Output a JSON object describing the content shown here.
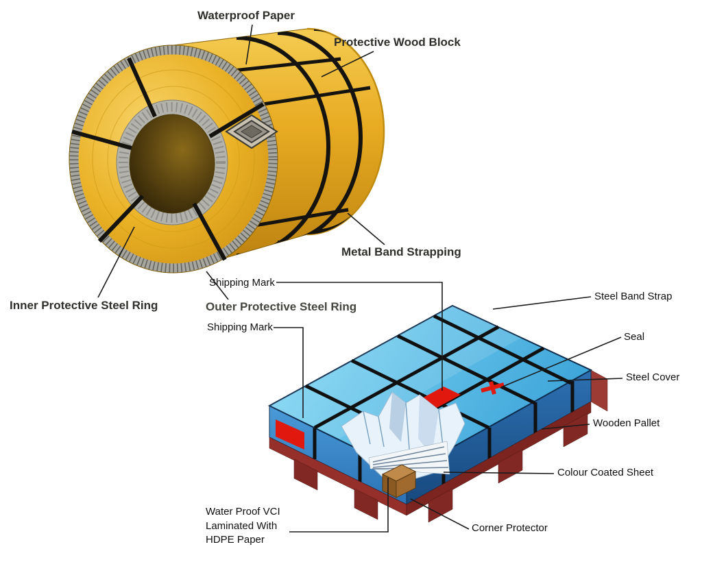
{
  "diagram": {
    "title_hint": "Steel coil and coated sheet packaging diagram",
    "coil": {
      "labels": {
        "waterproof_paper": "Waterproof Paper",
        "protective_wood_block": "Protective Wood Block",
        "metal_band_strapping": "Metal Band Strapping",
        "inner_protective_steel_ring": "Inner Protective Steel Ring",
        "outer_protective_steel_ring": "Outer Protective Steel Ring"
      }
    },
    "pallet": {
      "labels": {
        "shipping_mark_top": "Shipping Mark",
        "shipping_mark_side": "Shipping Mark",
        "steel_band_strap": "Steel Band Strap",
        "seal": "Seal",
        "steel_cover": "Steel Cover",
        "wooden_pallet": "Wooden Pallet",
        "colour_coated_sheet": "Colour Coated Sheet",
        "corner_protector": "Corner Protector",
        "vci_paper": "Water Proof VCI Laminated With HDPE Paper"
      }
    },
    "colors": {
      "coil_gold": "#E8AE1F",
      "steel_ring_gray": "#ABABA4",
      "strap_black": "#141310",
      "cover_top_blue": "#5CC6EF",
      "cover_side_blue": "#2E7FC2",
      "pallet_maroon": "#8E2F2B",
      "mark_red": "#E0180D"
    }
  }
}
